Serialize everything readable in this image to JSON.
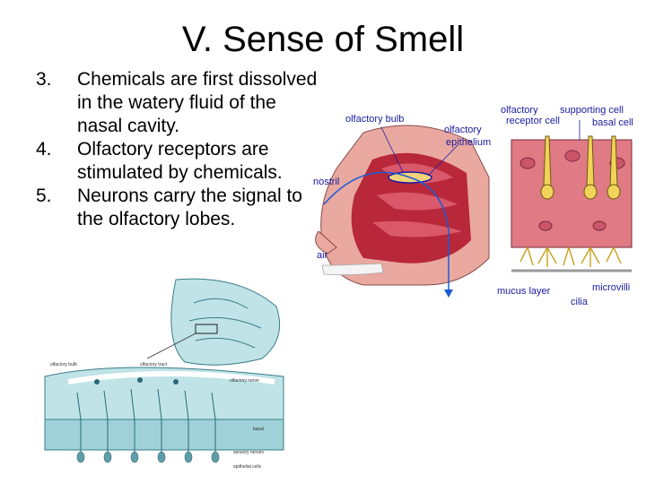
{
  "slide": {
    "title": "V. Sense of Smell",
    "points": [
      {
        "num": "3.",
        "text": "Chemicals are first dissolved in the watery fluid of the nasal cavity."
      },
      {
        "num": "4.",
        "text": "Olfactory receptors are stimulated by chemicals."
      },
      {
        "num": "5.",
        "text": "Neurons carry the signal to the olfactory lobes."
      }
    ]
  },
  "nose_figure": {
    "labels": {
      "bulb": "olfactory bulb",
      "epithelium_1": "olfactory",
      "epithelium_2": "epithelium",
      "nostril": "nostril",
      "air": "air"
    }
  },
  "receptor_figure": {
    "labels": {
      "receptor_1": "olfactory",
      "receptor_2": "receptor cell",
      "support": "supporting cell",
      "basal": "basal cell",
      "mucus": "mucus layer",
      "microvilli": "microvilli",
      "cilia": "cilia"
    }
  },
  "brain_figure": {
    "labels": {
      "l1": "olfactory bulb",
      "l2": "olfactory tract",
      "l3": "olfactory nerve",
      "l4": "basal",
      "l5": "sensory nerves",
      "l6": "epithelial cells"
    }
  },
  "colors": {
    "text": "#000000",
    "label_blue": "#1a1aa0",
    "tissue_pink": "#e07a84",
    "cavity_red": "#b8283a",
    "brain_teal": "#bfe3e6"
  }
}
